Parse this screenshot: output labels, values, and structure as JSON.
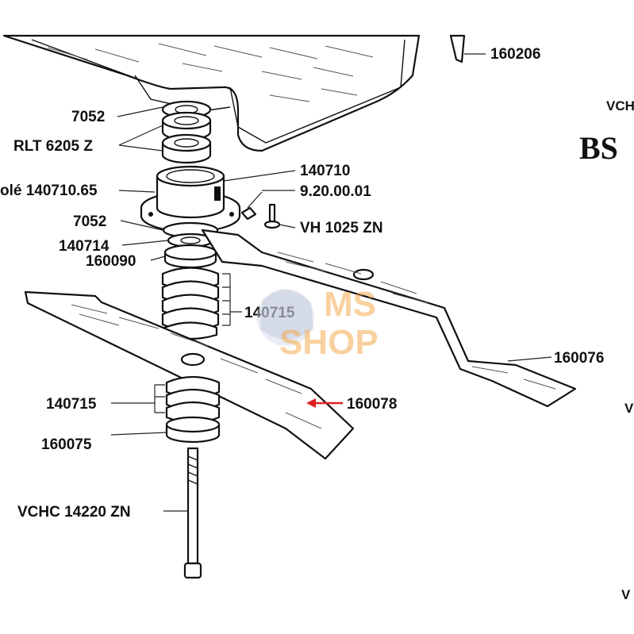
{
  "labels": {
    "p160206": "160206",
    "vch_top": "VCH",
    "bs": "BS",
    "p7052_top": "7052",
    "rlt6205z": "RLT 6205 Z",
    "p140710": "140710",
    "p14071065": "olé 140710.65",
    "p9200001": "9.20.00.01",
    "p7052_mid": "7052",
    "vh1025zn": "VH 1025 ZN",
    "p140714": "140714",
    "p160090": "160090",
    "p140715_top": "140715",
    "p160076": "160076",
    "p140715_bot": "140715",
    "p160078": "160078",
    "v_right": "V",
    "p160075": "160075",
    "vchc14220zn": "VCHC 14220 ZN",
    "v_bottom": "V"
  },
  "watermark": {
    "line1": "MS",
    "line2": "SHOP"
  },
  "colors": {
    "highlight_arrow": "#e02020",
    "watermark": "#f2a23c"
  }
}
